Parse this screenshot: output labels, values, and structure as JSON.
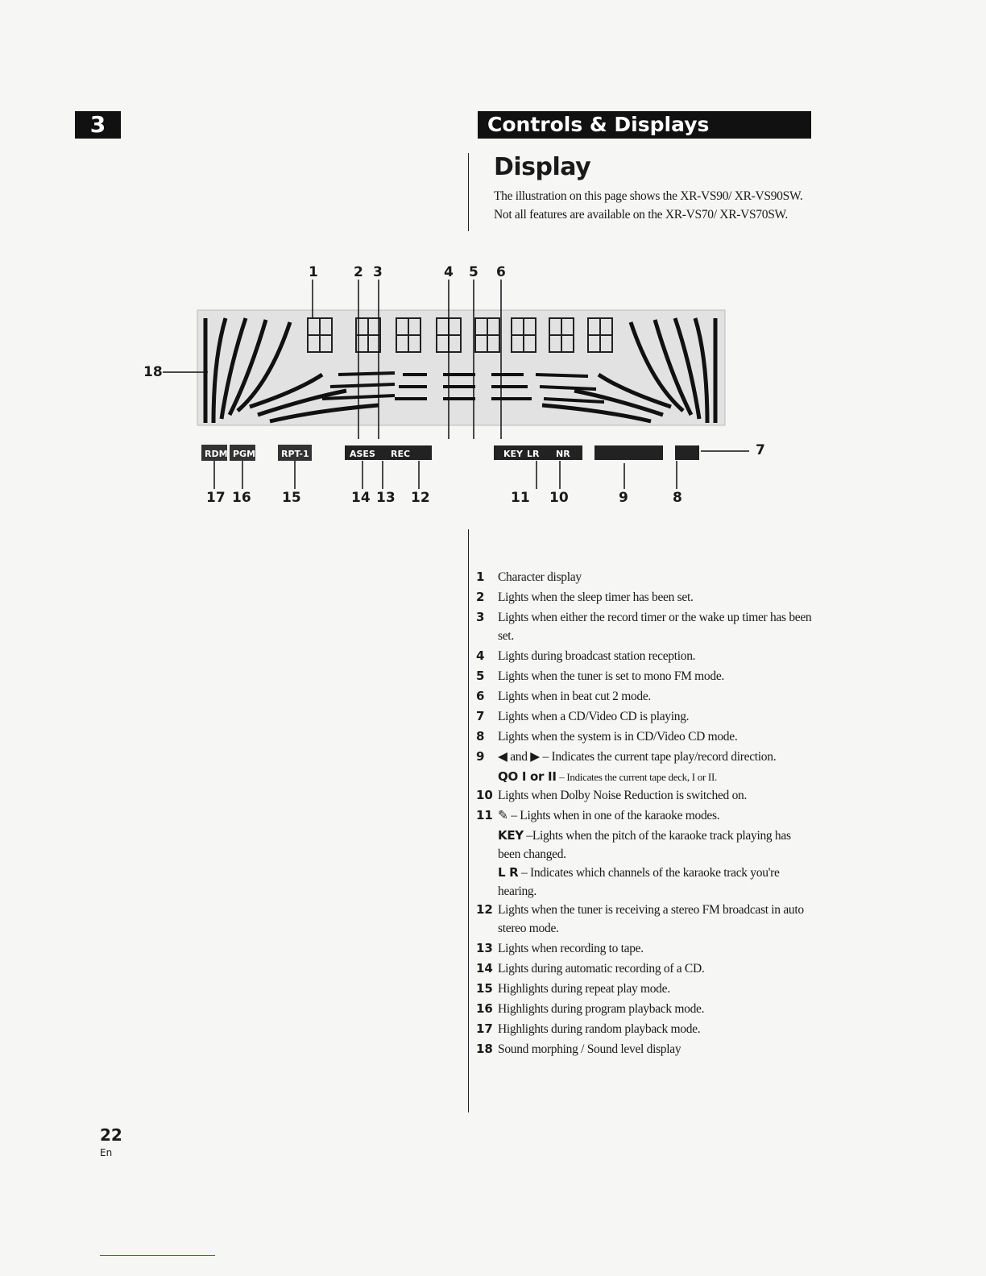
{
  "chapter": "3",
  "section_title": "Controls & Displays",
  "heading": "Display",
  "intro": "The illustration on this page shows the XR-VS90/ XR-VS90SW. Not all features are available on the XR-VS70/ XR-VS70SW.",
  "figure": {
    "top_callouts": [
      "1",
      "2",
      "3",
      "4",
      "5",
      "6"
    ],
    "left_callout": "18",
    "right_callout": "7",
    "bottom_callouts": [
      "17",
      "16",
      "15",
      "14",
      "13",
      "12",
      "11",
      "10",
      "9",
      "8"
    ],
    "indicators": [
      "RDM",
      "PGM",
      "RPT-1",
      "ASES",
      "REC",
      "KEY",
      "LR",
      "NR"
    ]
  },
  "legend": [
    {
      "num": "1",
      "text": "Character display"
    },
    {
      "num": "2",
      "text": "Lights when the sleep timer has been set."
    },
    {
      "num": "3",
      "text": "Lights when either the record timer or the wake up timer has been set."
    },
    {
      "num": "4",
      "text": "Lights during broadcast station reception."
    },
    {
      "num": "5",
      "text": "Lights when the tuner is set to mono FM mode."
    },
    {
      "num": "6",
      "text": "Lights when in beat cut 2 mode."
    },
    {
      "num": "7",
      "text": "Lights when a CD/Video CD is playing."
    },
    {
      "num": "8",
      "text": "Lights when the system is in CD/Video CD mode."
    },
    {
      "num": "9",
      "text": "◀ and ▶ – Indicates the current tape play/record direction."
    },
    {
      "num": "10",
      "text": "Lights when Dolby Noise Reduction is switched on."
    },
    {
      "num": "11",
      "text": "– Lights when in one of the karaoke modes."
    },
    {
      "num": "12",
      "text": "Lights when the tuner is receiving a stereo FM broadcast in auto stereo mode."
    },
    {
      "num": "13",
      "text": "Lights when recording to tape."
    },
    {
      "num": "14",
      "text": "Lights during automatic recording of a CD."
    },
    {
      "num": "15",
      "text": "Highlights during repeat play mode."
    },
    {
      "num": "16",
      "text": "Highlights during program playback mode."
    },
    {
      "num": "17",
      "text": "Highlights during random playback mode."
    },
    {
      "num": "18",
      "text": "Sound morphing / Sound level display"
    }
  ],
  "legend_extra": {
    "tape_label": "QO I or II",
    "tape_text": "– Indicates the current tape deck, I or II.",
    "key_label": "KEY",
    "key_text": "–Lights when the pitch of the karaoke track playing has been changed.",
    "lr_label": "L R",
    "lr_text": "– Indicates which channels of the karaoke track you're hearing."
  },
  "page_number": "22",
  "language": "En"
}
